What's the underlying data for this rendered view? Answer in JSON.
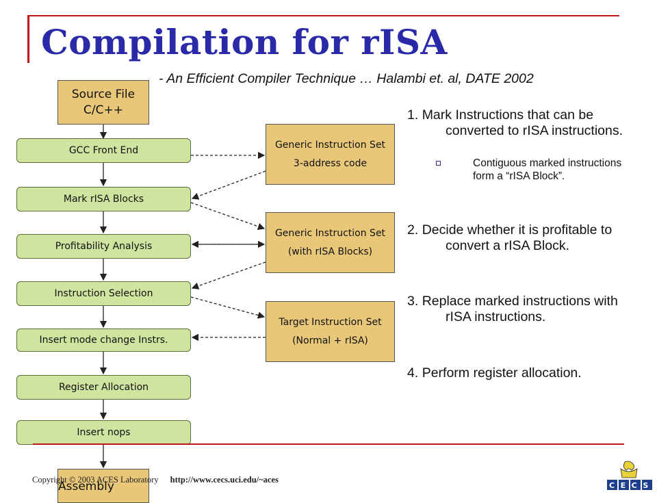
{
  "title": "Compilation for rISA",
  "subtitle": "- An Efficient Compiler Technique … Halambi et. al, DATE 2002",
  "source_box": {
    "line1": "Source File",
    "line2": "C/C++"
  },
  "steps": [
    "GCC Front End",
    "Mark rISA Blocks",
    "Profitability Analysis",
    "Instruction Selection",
    "Insert mode change Instrs.",
    "Register Allocation",
    "Insert nops"
  ],
  "output_box": "Assembly",
  "isa_boxes": [
    {
      "line1": "Generic Instruction Set",
      "line2": "3-address code"
    },
    {
      "line1": "Generic Instruction Set",
      "line2": "(with rISA Blocks)"
    },
    {
      "line1": "Target Instruction Set",
      "line2": "(Normal + rISA)"
    }
  ],
  "points": [
    {
      "num": "1.",
      "text": "Mark Instructions that can be converted to rISA instructions."
    },
    {
      "num": "2.",
      "text": "Decide whether it is profitable to convert a rISA Block."
    },
    {
      "num": "3.",
      "text": "Replace marked instructions with rISA instructions."
    },
    {
      "num": "4.",
      "text": "Perform register allocation."
    }
  ],
  "sub_bullet": "Contiguous marked instructions form a “rISA Block”.",
  "footer": {
    "copyright": "Copyright © 2003 ACES Laboratory",
    "url": "http://www.cecs.uci.edu/~aces"
  },
  "logo_text": "CECS",
  "colors": {
    "title": "#2a2aa8",
    "rule": "#c0161b",
    "step_fill": "#cfe49f",
    "isa_fill": "#e9c778"
  }
}
